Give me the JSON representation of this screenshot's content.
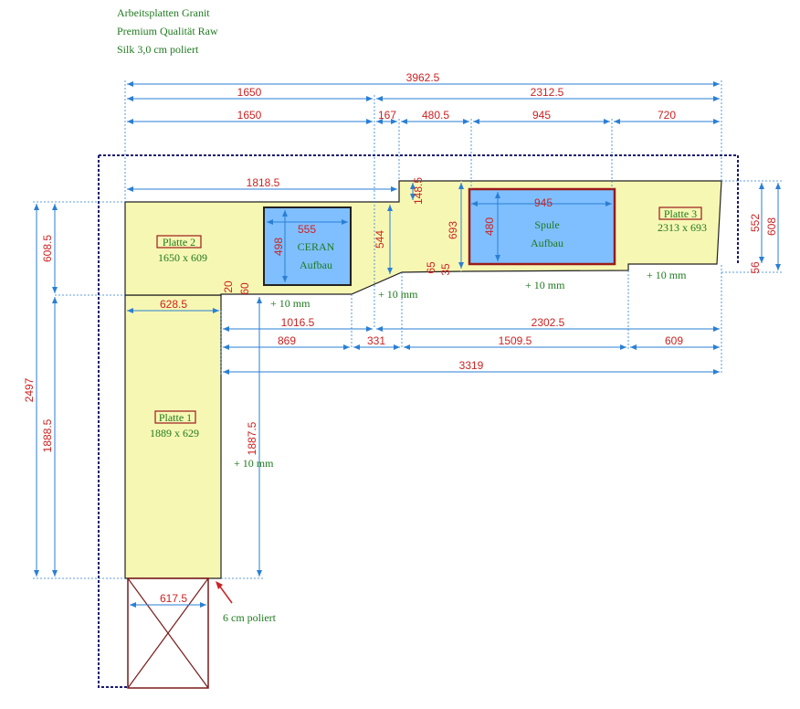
{
  "header": {
    "line1": "Arbeitsplatten Granit",
    "line2": "Premium Qualität Raw",
    "line3": "Silk 3,0 cm poliert"
  },
  "colors": {
    "countertop": "#f7f7b4",
    "cutout": "#7fbfff",
    "dimension": "#2a7fd4",
    "dimension_text": "#cc2222",
    "label_text": "#1f7a1f",
    "outline": "#1a1a6e"
  },
  "plates": {
    "plate1": {
      "name": "Platte 1",
      "size": "1889 x 629"
    },
    "plate2": {
      "name": "Platte 2",
      "size": "1650 x 609"
    },
    "plate3": {
      "name": "Platte 3",
      "size": "2313 x 693"
    }
  },
  "cutouts": {
    "ceran": {
      "line1": "CERAN",
      "line2": "Aufbau",
      "width": "555",
      "height": "498"
    },
    "spule": {
      "line1": "Spule",
      "line2": "Aufbau",
      "width": "945",
      "height": "480"
    }
  },
  "dims": {
    "total": "3962.5",
    "top_left": "1650",
    "top_right": "2312.5",
    "r2_a": "1650",
    "r2_b": "167",
    "r2_c": "480.5",
    "r2_d": "945",
    "r2_e": "720",
    "upper_len": "1818.5",
    "notch": "148.5",
    "h544": "544",
    "h693": "693",
    "h65": "65",
    "h35": "35",
    "h20": "20",
    "h60": "60",
    "r_552": "552",
    "r_608": "608",
    "r_56": "56",
    "left_608": "608.5",
    "left_2497": "2497",
    "left_1888": "1888.5",
    "w628": "628.5",
    "low_1016": "1016.5",
    "low_2302": "2302.5",
    "low_869": "869",
    "low_331": "331",
    "low_1509": "1509.5",
    "low_609": "609",
    "low_3319": "3319",
    "v1887": "1887.5",
    "w617": "617.5"
  },
  "notes": {
    "plus10_a": "+ 10 mm",
    "plus10_b": "+ 10 mm",
    "plus10_c": "+ 10 mm",
    "plus10_d": "+ 10 mm",
    "plus10_e": "+ 10 mm",
    "polished": "6 cm poliert"
  }
}
